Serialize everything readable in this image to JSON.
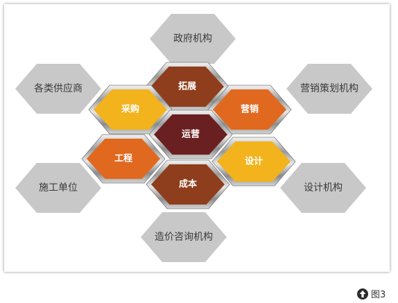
{
  "outer_nodes": [
    {
      "id": "government",
      "label": "政府机构"
    },
    {
      "id": "suppliers",
      "label": "各类供应商"
    },
    {
      "id": "marketing-agency",
      "label": "营销策划机构"
    },
    {
      "id": "construction-units",
      "label": "施工单位"
    },
    {
      "id": "design-agency",
      "label": "设计机构"
    },
    {
      "id": "cost-consulting",
      "label": "造价咨询机构"
    }
  ],
  "inner_nodes": [
    {
      "id": "expansion",
      "label": "拓展",
      "color": "#8e3e1c"
    },
    {
      "id": "procurement",
      "label": "采购",
      "color": "#f2b31c"
    },
    {
      "id": "sales",
      "label": "营销",
      "color": "#e0691f"
    },
    {
      "id": "operations",
      "label": "运营",
      "color": "#6a2020"
    },
    {
      "id": "engineering",
      "label": "工程",
      "color": "#e0691f"
    },
    {
      "id": "design",
      "label": "设计",
      "color": "#f2b31c"
    },
    {
      "id": "cost",
      "label": "成本",
      "color": "#8e3e1c"
    }
  ],
  "colors": {
    "outer_fill": "#c8c8c8",
    "outer_text": "#3a3a3a",
    "inner_text": "#ffffff",
    "frame": "silver-gradient"
  },
  "caption": {
    "icon": "up-arrow-circle-icon",
    "label": "图3"
  }
}
